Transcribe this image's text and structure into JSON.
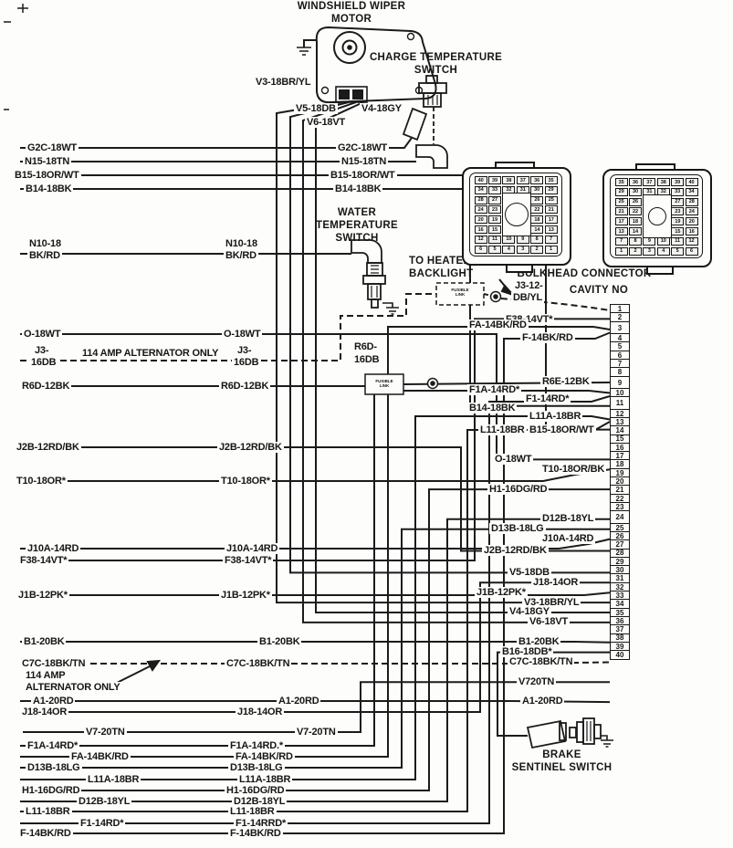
{
  "components": {
    "wiper": [
      "WINDSHIELD WIPER",
      "MOTOR"
    ],
    "charge": [
      "CHARGE TEMPERATURE",
      "SWITCH"
    ],
    "water": [
      "WATER",
      "TEMPERATURE",
      "SWITCH"
    ],
    "backlight": [
      "TO HEATED",
      "BACKLIGHT"
    ],
    "brake": [
      "BRAKE",
      "SENTINEL SWITCH"
    ],
    "bulkhead": "BULKHEAD CONNECTOR",
    "cavity_no": "CAVITY NO",
    "fusible": [
      "FUSIBLE",
      "LINK"
    ],
    "r6d": [
      "R6D-",
      "16DB"
    ],
    "j312": [
      "J3-12-",
      "DB/YL"
    ]
  },
  "top_labels": {
    "v3": "V3-18BR/YL",
    "v5": "V5-18DB",
    "v6": "V6-18VT",
    "v4": "V4-18GY"
  },
  "notes": {
    "alt_only_top": "114 AMP ALTERNATOR ONLY",
    "alt_amp": "114 AMP",
    "alt_only": "ALTERNATOR ONLY"
  },
  "wires": [
    {
      "left": "G2C-18WT",
      "mid": "G2C-18WT"
    },
    {
      "left": "N15-18TN",
      "mid": "N15-18TN"
    },
    {
      "left": "B15-18OR/WT",
      "mid": "B15-18OR/WT"
    },
    {
      "left": "B14-18BK",
      "mid": "B14-18BK"
    },
    {
      "left": [
        "N10-18",
        "BK/RD"
      ],
      "mid": [
        "N10-18",
        "BK/RD"
      ]
    },
    {
      "left": "O-18WT",
      "mid": "O-18WT"
    },
    {
      "left": [
        "J3-",
        "16DB"
      ],
      "mid": [
        "J3-",
        "16DB"
      ]
    },
    {
      "left": "R6D-12BK",
      "mid": "R6D-12BK"
    },
    {
      "left": "J2B-12RD/BK",
      "mid": "J2B-12RD/BK"
    },
    {
      "left": "T10-18OR*",
      "mid": "T10-18OR*"
    },
    {
      "left": "J10A-14RD",
      "mid": "J10A-14RD"
    },
    {
      "left": "F38-14VT*",
      "mid": "F38-14VT*"
    },
    {
      "left": "J1B-12PK*",
      "mid": "J1B-12PK*"
    },
    {
      "left": "B1-20BK",
      "mid": "B1-20BK"
    },
    {
      "left": "C7C-18BK/TN",
      "mid": "C7C-18BK/TN"
    },
    {
      "left": "A1-20RD",
      "mid": "A1-20RD"
    },
    {
      "left": "J18-14OR",
      "mid": "J18-14OR"
    },
    {
      "left": "V7-20TN",
      "mid": "V7-20TN"
    },
    {
      "left": "F1A-14RD*",
      "mid": "F1A-14RD.*"
    },
    {
      "left": "FA-14BK/RD",
      "mid": "FA-14BK/RD"
    },
    {
      "left": "D13B-18LG",
      "mid": "D13B-18LG"
    },
    {
      "left": "L11A-18BR",
      "mid": "L11A-18BR"
    },
    {
      "left": "H1-16DG/RD",
      "mid": "H1-16DG/RD"
    },
    {
      "left": "D12B-18YL",
      "mid": "D12B-18YL"
    },
    {
      "left": "L11-18BR",
      "mid": "L11-18BR"
    },
    {
      "left": "F1-14RD*",
      "mid": "F1-14RRD*"
    },
    {
      "left": "F-14BK/RD",
      "mid": "F-14BK/RD"
    }
  ],
  "strip_labels": [
    {
      "text": "F38-14VT*"
    },
    {
      "text": "FA-14BK/RD"
    },
    {
      "text": "F-14BK/RD"
    },
    {
      "text": "R6E-12BK"
    },
    {
      "text": "F1A-14RD*"
    },
    {
      "text": "F1-14RD*"
    },
    {
      "text": "B14-18BK"
    },
    {
      "text": "L11A-18BR"
    },
    {
      "text": "L11-18BR"
    },
    {
      "text": "B15-18OR/WT"
    },
    {
      "text": "O-18WT"
    },
    {
      "text": "T10-18OR/BK"
    },
    {
      "text": "H1-16DG/RD"
    },
    {
      "text": "D12B-18YL"
    },
    {
      "text": "D13B-18LG"
    },
    {
      "text": "J10A-14RD"
    },
    {
      "text": "J2B-12RD/BK"
    },
    {
      "text": "V5-18DB"
    },
    {
      "text": "J18-14OR"
    },
    {
      "text": "J1B-12PK*"
    },
    {
      "text": "V3-18BR/YL"
    },
    {
      "text": "V4-18GY"
    },
    {
      "text": "V6-18VT"
    },
    {
      "text": "B1-20BK"
    },
    {
      "text": "B16-18DB*"
    },
    {
      "text": "C7C-18BK/TN"
    },
    {
      "text": "V720TN"
    },
    {
      "text": "A1-20RD"
    }
  ],
  "cavities": [
    "1",
    "2",
    "3",
    "4",
    "5",
    "6",
    "7",
    "8",
    "9",
    "10",
    "11",
    "12",
    "13",
    "14",
    "15",
    "16",
    "17",
    "18",
    "19",
    "20",
    "21",
    "22",
    "23",
    "24",
    "25",
    "26",
    "27",
    "28",
    "29",
    "30",
    "31",
    "32",
    "33",
    "34",
    "35",
    "36",
    "37",
    "38",
    "39",
    "40"
  ],
  "connectors": {
    "left_rows": [
      [
        "40",
        "39",
        "38",
        "37",
        "36",
        "35"
      ],
      [
        "34",
        "33",
        "32",
        "31",
        "30",
        "29"
      ],
      [
        "28",
        "27",
        "26",
        "25"
      ],
      [
        "24",
        "23",
        "22",
        "21"
      ],
      [
        "20",
        "19",
        "18",
        "17"
      ],
      [
        "16",
        "15",
        "14",
        "13"
      ],
      [
        "12",
        "11",
        "10",
        "9",
        "8",
        "7"
      ],
      [
        "6",
        "5",
        "4",
        "3",
        "2",
        "1"
      ]
    ],
    "right_rows": [
      [
        "35",
        "36",
        "37",
        "38",
        "39",
        "40"
      ],
      [
        "29",
        "30",
        "31",
        "32",
        "33",
        "34"
      ],
      [
        "25",
        "26",
        "27",
        "28"
      ],
      [
        "21",
        "22",
        "23",
        "24"
      ],
      [
        "17",
        "18",
        "19",
        "20"
      ],
      [
        "13",
        "14",
        "15",
        "16"
      ],
      [
        "7",
        "8",
        "9",
        "10",
        "11",
        "12"
      ],
      [
        "1",
        "2",
        "3",
        "4",
        "5",
        "6"
      ]
    ]
  }
}
